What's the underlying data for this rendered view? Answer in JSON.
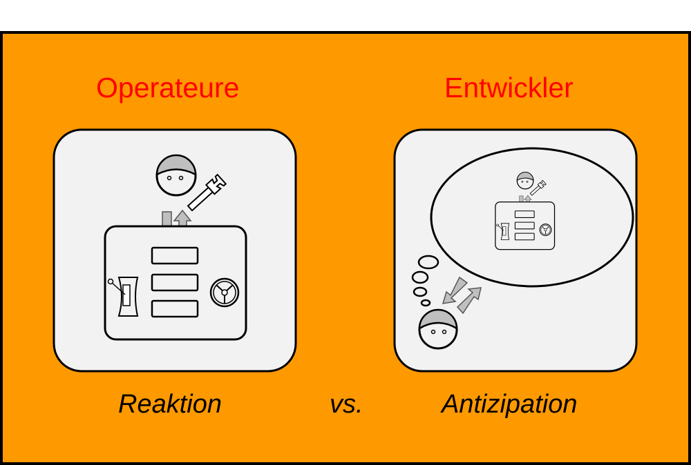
{
  "left": {
    "title": "Operateure",
    "caption": "Reaktion"
  },
  "right": {
    "title": "Entwickler",
    "caption": "Antizipation"
  },
  "separator": "vs.",
  "colors": {
    "background": "#FF9900",
    "title": "#FF0000",
    "panel": "#F2F2F2",
    "accent_gray": "#BFBFBF"
  }
}
